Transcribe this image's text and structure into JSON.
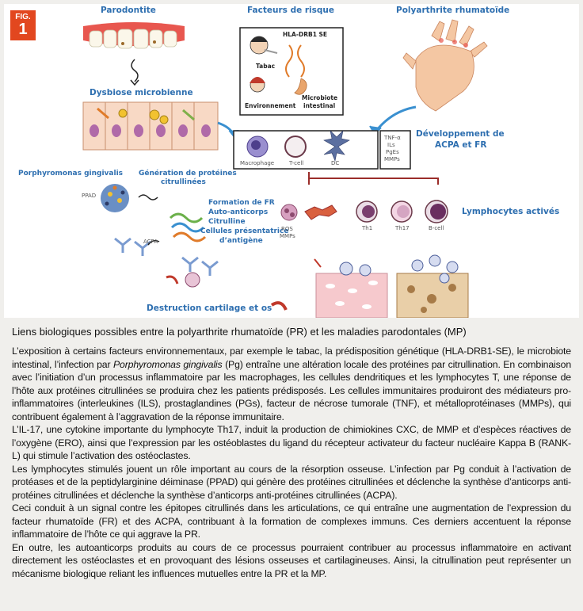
{
  "figure": {
    "badge_line1": "FIG.",
    "badge_line2": "1",
    "labels": {
      "parodontite": "Parodontite",
      "facteurs_risque": "Facteurs de risque",
      "polyarthrite": "Polyarthrite rhumatoïde",
      "hla": "HLA-DRB1 SE",
      "tabac": "Tabac",
      "environnement": "Environnement",
      "microbiote_1": "Microbiote",
      "microbiote_2": "intestinal",
      "dysbiose": "Dysbiose microbienne",
      "developpement_1": "Développement de",
      "developpement_2": "ACPA et FR",
      "macrophage": "Macrophage",
      "tcell": "T-cell",
      "dc": "DC",
      "cytokines": [
        "TNF-α",
        "ILs",
        "PgEs",
        "MMPs"
      ],
      "porphyromonas": "Porphyromonas gingivalis",
      "generation_1": "Génération de protéines",
      "generation_2": "citrullinées",
      "ppad": "PPAD",
      "formation": [
        "Formation de FR",
        "Auto-anticorps",
        "Citrulline",
        "Cellules présentatrice",
        "d’antigène"
      ],
      "ros": "ROS",
      "mmps": "MMPs",
      "th1": "Th1",
      "th17": "Th17",
      "bcell": "B-cell",
      "lymphocytes": "Lymphocytes activés",
      "acpa": "ACPA",
      "destruction": "Destruction cartilage et os"
    }
  },
  "caption": {
    "title": "Liens biologiques possibles entre la polyarthrite rhumatoïde (PR) et les maladies parodontales (MP)",
    "p1_before": "L’exposition à certains facteurs environnementaux, par exemple le tabac, la prédisposition génétique (HLA-DRB1-SE), le microbiote intestinal, l’infection par ",
    "p1_italic": "Porphyromonas gingivalis",
    "p1_after": " (Pg) entraîne une altération locale des protéines par citrullination. En combinaison avec l’initiation d’un processus inflammatoire par les macrophages, les cellules dendritiques et les lymphocytes T, une réponse de l’hôte aux protéines citrullinées se produira chez les patients prédisposés. Les cellules immunitaires produiront des médiateurs pro-inflammatoires (interleukines (ILS), prostaglandines (PGs), facteur de nécrose tumorale (TNF), et métalloprotéinases (MMPs), qui contribuent également à l’aggravation de la réponse immunitaire.",
    "p2": "L’IL-17, une cytokine importante du lymphocyte Th17, induit la production de chimiokines CXC, de MMP et d’espèces réactives de l’oxygène (ERO), ainsi que l’expression par les ostéoblastes du ligand du récepteur activateur du facteur nucléaire Kappa B (RANK-L) qui stimule l’activation des ostéoclastes.",
    "p3": "Les lymphocytes stimulés jouent un rôle important au cours de la résorption osseuse. L’infection par Pg conduit à l’activation de protéases et de la peptidylarginine déiminase (PPAD) qui génère des protéines citrullinées et déclenche la synthèse d’anticorps anti-protéines citrullinées et déclenche la synthèse d’anticorps anti-protéines citrullinées (ACPA).",
    "p4": "Ceci conduit à un signal contre les épitopes citrullinés dans les articulations, ce qui entraîne une augmentation de l’expression du facteur rhumatoïde (FR) et des ACPA, contribuant à la formation de complexes immuns. Ces derniers accentuent la réponse inflammatoire de l’hôte ce qui aggrave la PR.",
    "p5": "En outre, les autoanticorps produits au cours de ce processus pourraient contribuer au processus inflammatoire en activant directement les ostéoclastes et en provoquant des lésions osseuses et cartilagineuses. Ainsi, la citrullination peut représenter un mécanisme biologique reliant les influences mutuelles entre la PR et la MP."
  }
}
